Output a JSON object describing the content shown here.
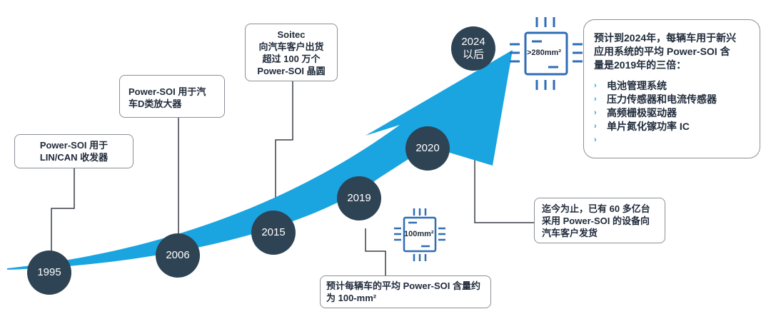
{
  "colors": {
    "arrow": "#1aa4e0",
    "circle": "#2e4354",
    "chip": "#2f6db5"
  },
  "milestones": [
    {
      "year": "1995",
      "text": [
        "Power-SOI 用于",
        "LIN/CAN 收发器"
      ]
    },
    {
      "year": "2006",
      "text": [
        "Power-SOI 用于汽",
        "车D类放大器"
      ]
    },
    {
      "year": "2015",
      "text": [
        "Soitec",
        "向汽车客户出货",
        "超过 100 万个",
        "Power-SOI 晶圆"
      ]
    },
    {
      "year": "2019",
      "text": [
        "预计每辆车的平均 Power-SOI 含量约",
        "为 100-mm²"
      ],
      "chip": "100mm²"
    },
    {
      "year": "2020",
      "text": [
        "迄今为止，已有 60 多亿台",
        "采用 Power-SOI 的设备向",
        "汽车客户发货"
      ]
    },
    {
      "year": "2024",
      "year2": "以后",
      "chip": ">280mm²",
      "text": [
        "预计到2024年，每辆车用于新兴",
        "应用系统的平均 Power-SOI 含",
        "量是2019年的三倍："
      ],
      "bullets": [
        "电池管理系统",
        "压力传感器和电流传感器",
        "高频栅极驱动器",
        "单片氮化镓功率 IC",
        ""
      ]
    }
  ]
}
